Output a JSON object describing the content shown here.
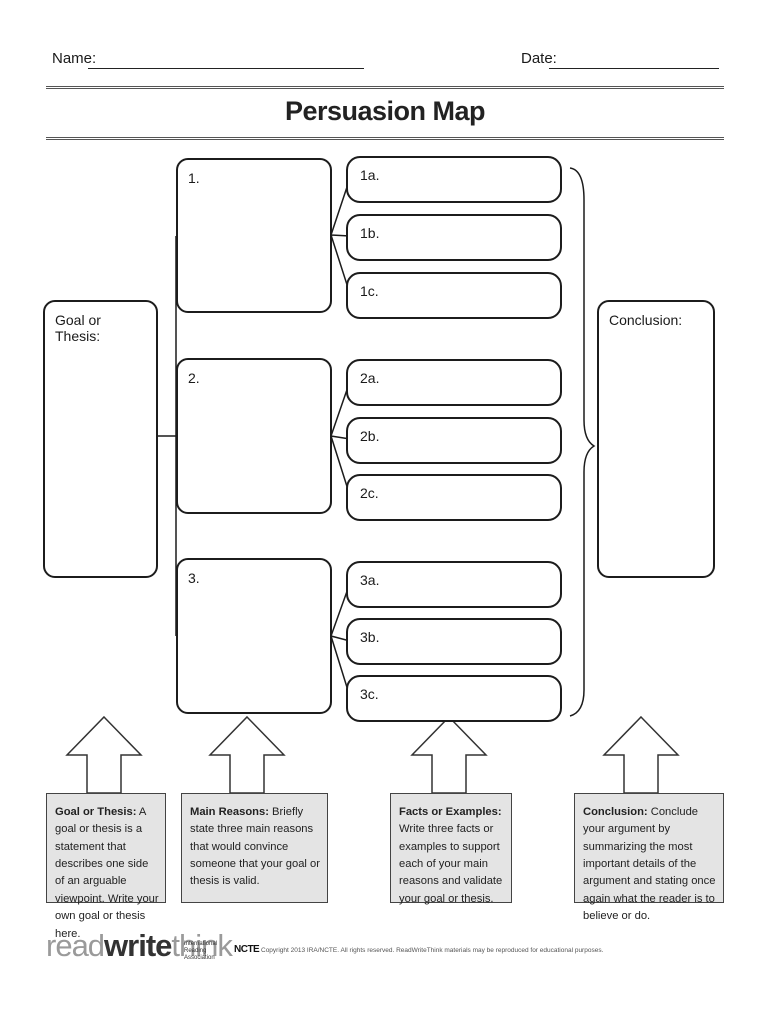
{
  "header": {
    "name_label": "Name:",
    "date_label": "Date:",
    "title": "Persuasion Map"
  },
  "goal": {
    "label": "Goal or Thesis:"
  },
  "conclusion": {
    "label": "Conclusion:"
  },
  "reasons": [
    {
      "label": "1.",
      "facts": [
        "1a.",
        "1b.",
        "1c."
      ]
    },
    {
      "label": "2.",
      "facts": [
        "2a.",
        "2b.",
        "2c."
      ]
    },
    {
      "label": "3.",
      "facts": [
        "3a.",
        "3b.",
        "3c."
      ]
    }
  ],
  "callouts": [
    {
      "term": "Goal or Thesis:",
      "text": " A goal or thesis is a statement that describes one side of an arguable viewpoint. Write your own goal or thesis here."
    },
    {
      "term": "Main Reasons:",
      "text": " Briefly state three main reasons that would convince someone that your goal or thesis is valid."
    },
    {
      "term": "Facts or Examples:",
      "text": " Write three facts or examples to support each of your main reasons and validate your goal or thesis."
    },
    {
      "term": "Conclusion:",
      "text": " Conclude your argument by summarizing the most important details of the argument and stating once again what the reader is to believe or do."
    }
  ],
  "footer": {
    "logo_read": "read",
    "logo_write": "write",
    "logo_think": "think",
    "ira_text": "International Reading Association",
    "ncte": "NCTE",
    "copyright": "Copyright 2013 IRA/NCTE. All rights reserved. ReadWriteThink materials may be reproduced for educational purposes."
  },
  "colors": {
    "callout_fill": "#e4e4e4",
    "stroke": "#1c1c1c"
  }
}
